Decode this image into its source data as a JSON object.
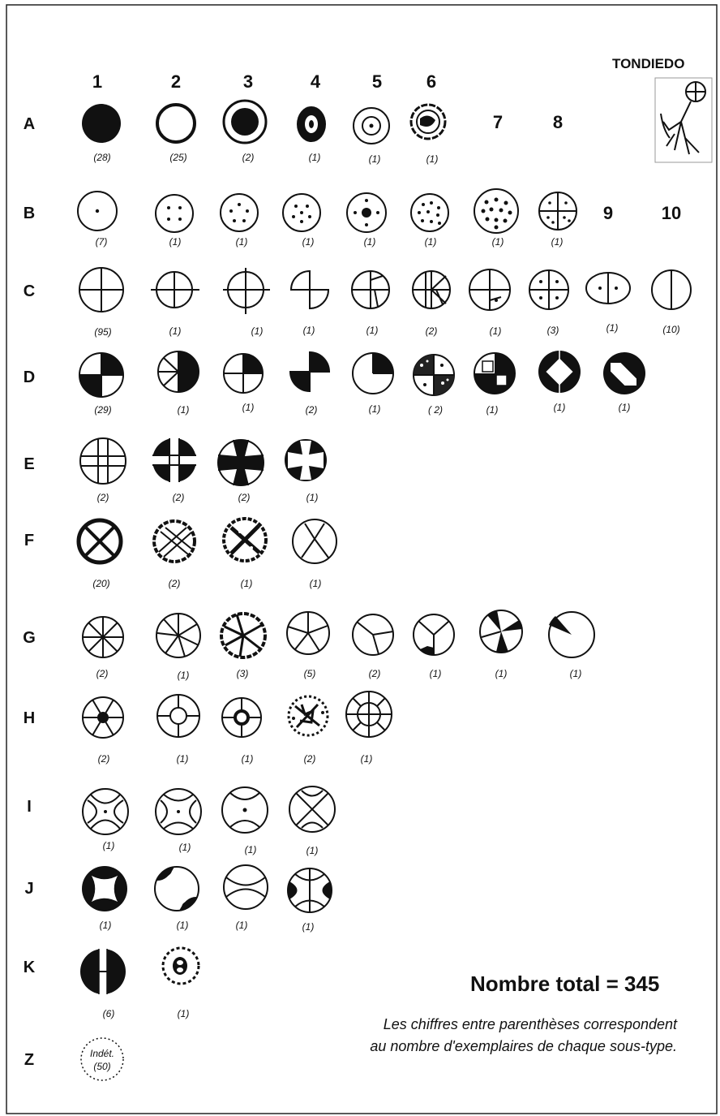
{
  "title": "TONDIEDO",
  "columns": [
    "1",
    "2",
    "3",
    "4",
    "5",
    "6",
    "7",
    "8",
    "9",
    "10"
  ],
  "rows": [
    "A",
    "B",
    "C",
    "D",
    "E",
    "F",
    "G",
    "H",
    "I",
    "J",
    "K",
    "Z"
  ],
  "counts": {
    "A": [
      "(28)",
      "(25)",
      "(2)",
      "(1)",
      "(1)",
      "(1)"
    ],
    "B": [
      "(7)",
      "(1)",
      "(1)",
      "(1)",
      "(1)",
      "(1)",
      "(1)",
      "(1)"
    ],
    "C": [
      "(95)",
      "(1)",
      "(1)",
      "(1)",
      "(1)",
      "(2)",
      "(1)",
      "(3)",
      "(1)",
      "(10)"
    ],
    "D": [
      "(29)",
      "(1)",
      "(1)",
      "(2)",
      "(1)",
      "( 2)",
      "(1)",
      "(1)",
      "(1)"
    ],
    "E": [
      "(2)",
      "(2)",
      "(2)",
      "(1)"
    ],
    "F": [
      "(20)",
      "(2)",
      "(1)",
      "(1)"
    ],
    "G": [
      "(2)",
      "(1)",
      "(3)",
      "(5)",
      "(2)",
      "(1)",
      "(1)",
      "(1)"
    ],
    "H": [
      "(2)",
      "(1)",
      "(1)",
      "(2)",
      "(1)"
    ],
    "I": [
      "(1)",
      "(1)",
      "(1)",
      "(1)"
    ],
    "J": [
      "(1)",
      "(1)",
      "(1)",
      "(1)"
    ],
    "K": [
      "(6)",
      "(1)"
    ]
  },
  "indet_label": "Indét.",
  "indet_count": "(50)",
  "total": "Nombre total = 345",
  "note_line1": "Les chiffres entre parenthèses correspondent",
  "note_line2": "au nombre d'exemplaires de chaque sous-type."
}
